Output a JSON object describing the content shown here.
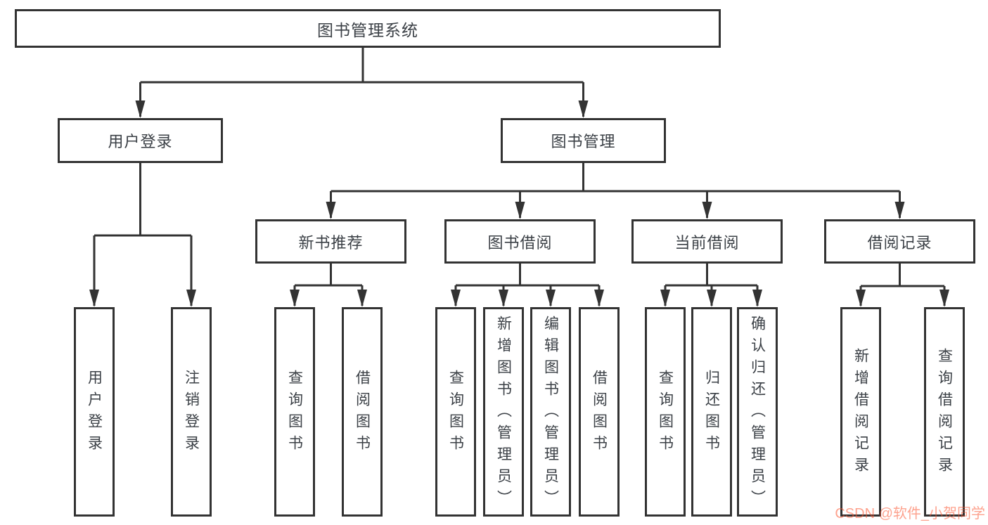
{
  "diagram": {
    "root": {
      "label": "图书管理系统"
    },
    "level2": [
      {
        "label": "用户登录"
      },
      {
        "label": "图书管理"
      }
    ],
    "level3": [
      {
        "label": "新书推荐"
      },
      {
        "label": "图书借阅"
      },
      {
        "label": "当前借阅"
      },
      {
        "label": "借阅记录"
      }
    ],
    "leaves": {
      "user_login": [
        "用户登录",
        "注销登录"
      ],
      "new_books": [
        "查询图书",
        "借阅图书"
      ],
      "book_borrow": [
        "查询图书",
        "新增图书（管理员）",
        "编辑图书（管理员）",
        "借阅图书"
      ],
      "current_borrow": [
        "查询图书",
        "归还图书",
        "确认归还（管理员）"
      ],
      "borrow_records": [
        "新增借阅记录",
        "查询借阅记录"
      ]
    }
  },
  "colors": {
    "line": "#333333",
    "text": "#3b4046",
    "background": "#ffffff",
    "watermark": "rgba(252,85,49,0.55)"
  },
  "watermark": {
    "text": "CSDN @软件_小贺同学"
  }
}
